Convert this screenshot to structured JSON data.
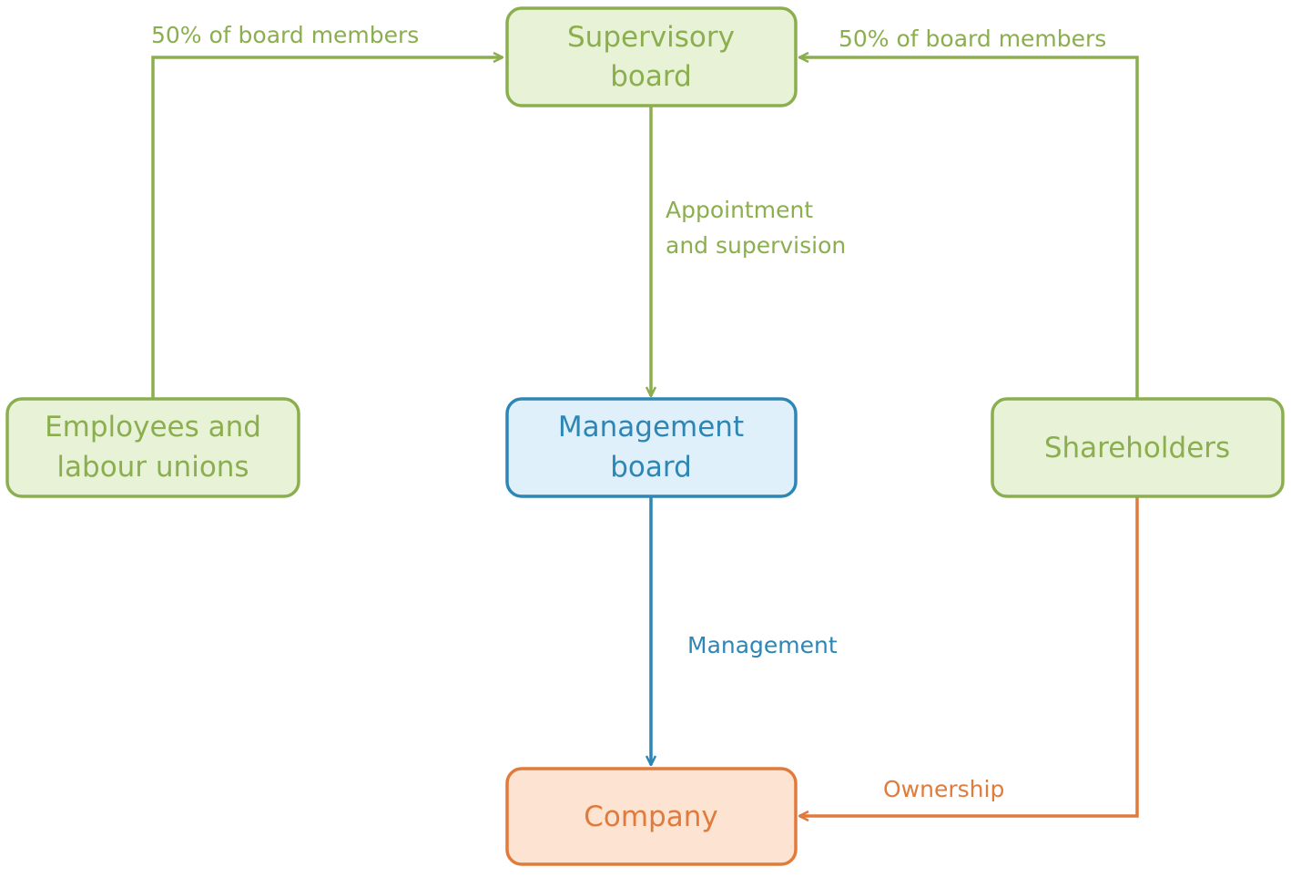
{
  "colors": {
    "green_stroke": "#8bae4e",
    "green_fill": "#e8f2d6",
    "green_text": "#8bae4e",
    "blue_stroke": "#2e86b5",
    "blue_fill": "#dff0fa",
    "blue_text": "#2e86b5",
    "orange_stroke": "#e07b3c",
    "orange_fill": "#fde3d2",
    "orange_text": "#e07b3c",
    "background": "#ffffff"
  },
  "nodes": {
    "supervisory_board": {
      "line1": "Supervisory",
      "line2": "board"
    },
    "employees": {
      "line1": "Employees and",
      "line2": "labour unions"
    },
    "management_board": {
      "line1": "Management",
      "line2": "board"
    },
    "shareholders": {
      "label": "Shareholders"
    },
    "company": {
      "label": "Company"
    }
  },
  "edges": {
    "employees_to_supervisory": {
      "label": "50% of board members"
    },
    "shareholders_to_supervisory": {
      "label": "50% of board members"
    },
    "supervisory_to_management": {
      "line1": "Appointment",
      "line2": "and supervision"
    },
    "management_to_company": {
      "label": "Management"
    },
    "shareholders_to_company": {
      "label": "Ownership"
    }
  }
}
